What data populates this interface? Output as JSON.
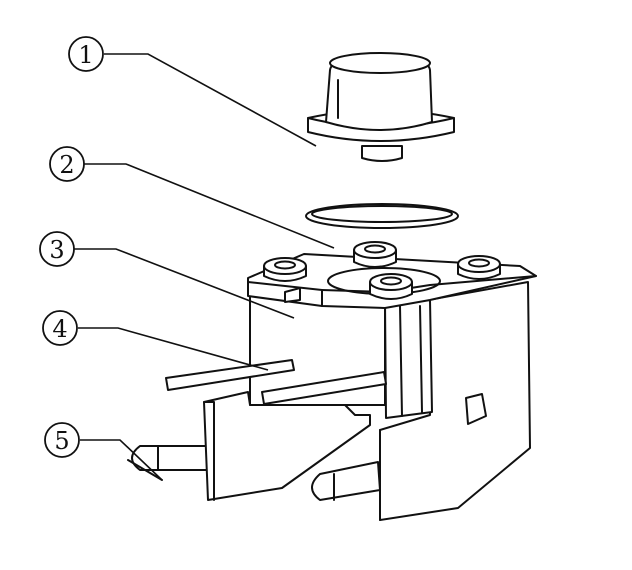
{
  "diagram": {
    "part_labels": [
      "1",
      "2",
      "3",
      "4",
      "5"
    ]
  },
  "colors": {
    "line": "#111111",
    "background": "#ffffff"
  }
}
